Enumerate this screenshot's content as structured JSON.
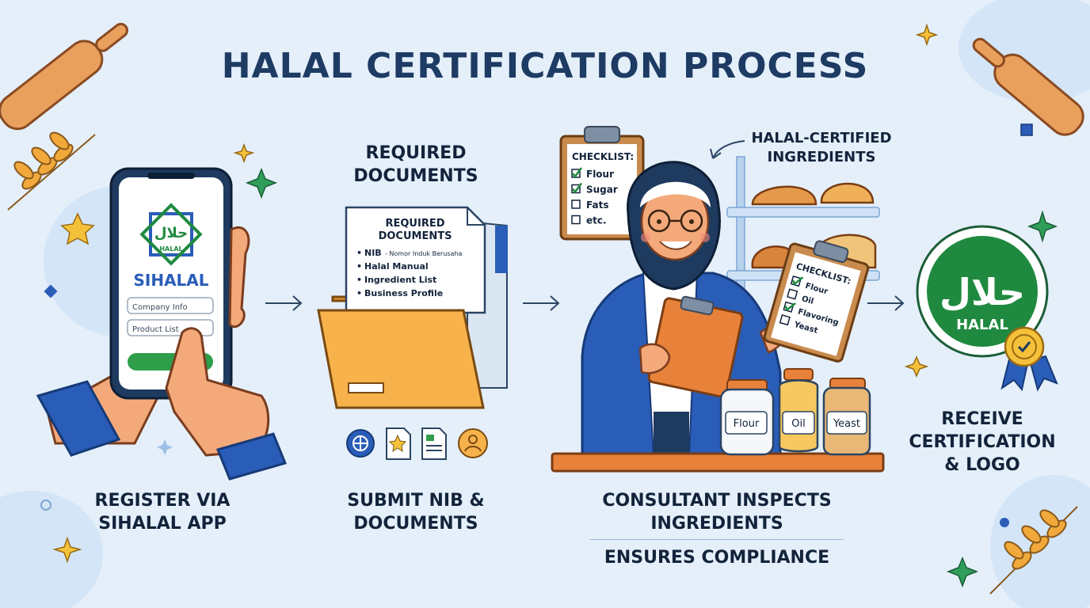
{
  "title": "HALAL CERTIFICATION PROCESS",
  "step1": {
    "app_logo_arabic": "حلال",
    "app_logo_label": "HALAL",
    "app_name": "SIHALAL",
    "field_company": "Company Info",
    "field_product": "Product List",
    "caption_line1": "REGISTER VIA",
    "caption_line2": "SIHALAL APP"
  },
  "step2": {
    "heading_line1": "REQUIRED",
    "heading_line2": "DOCUMENTS",
    "doc_title_line1": "REQUIRED",
    "doc_title_line2": "DOCUMENTS",
    "doc_items": [
      "NIB",
      "- Nomor Induk Berusaha",
      "Halal Manual",
      "Ingredient List",
      "Business Profile"
    ],
    "caption_line1": "SUBMIT NIB &",
    "caption_line2": "DOCUMENTS"
  },
  "step3": {
    "board_title": "CHECKLIST:",
    "board_items": [
      {
        "label": "Flour",
        "checked": true
      },
      {
        "label": "Sugar",
        "checked": true
      },
      {
        "label": "Fats",
        "checked": false
      },
      {
        "label": "etc.",
        "checked": false
      }
    ],
    "shelf_label_line1": "HALAL-CERTIFIED",
    "shelf_label_line2": "INGREDIENTS",
    "handheld_title": "CHECKLIST:",
    "handheld_items": [
      {
        "label": "Flour",
        "checked": true
      },
      {
        "label": "Oil",
        "checked": false
      },
      {
        "label": "Flavoring",
        "checked": true
      },
      {
        "label": "Yeast",
        "checked": false
      }
    ],
    "jars": [
      "Flour",
      "Oil",
      "Yeast"
    ],
    "caption_line1": "CONSULTANT INSPECTS",
    "caption_line2": "INGREDIENTS",
    "subcaption": "ENSURES COMPLIANCE"
  },
  "step4": {
    "badge_arabic": "حلال",
    "badge_label": "HALAL",
    "caption_line1": "RECEIVE",
    "caption_line2": "CERTIFICATION",
    "caption_line3": "& LOGO"
  },
  "icons": [
    "rolling-pin-icon",
    "wheat-icon",
    "sparkle-icon",
    "star-icon",
    "arrow-icon",
    "globe-icon",
    "star-document-icon",
    "spreadsheet-icon",
    "user-icon",
    "checkmark-icon"
  ],
  "colors": {
    "background": "#e4effa",
    "title": "#1d3b63",
    "halal_green": "#1f8a3f",
    "folder": "#f7b24c",
    "accent_blue": "#2a5db8",
    "counter": "#e8823a"
  }
}
